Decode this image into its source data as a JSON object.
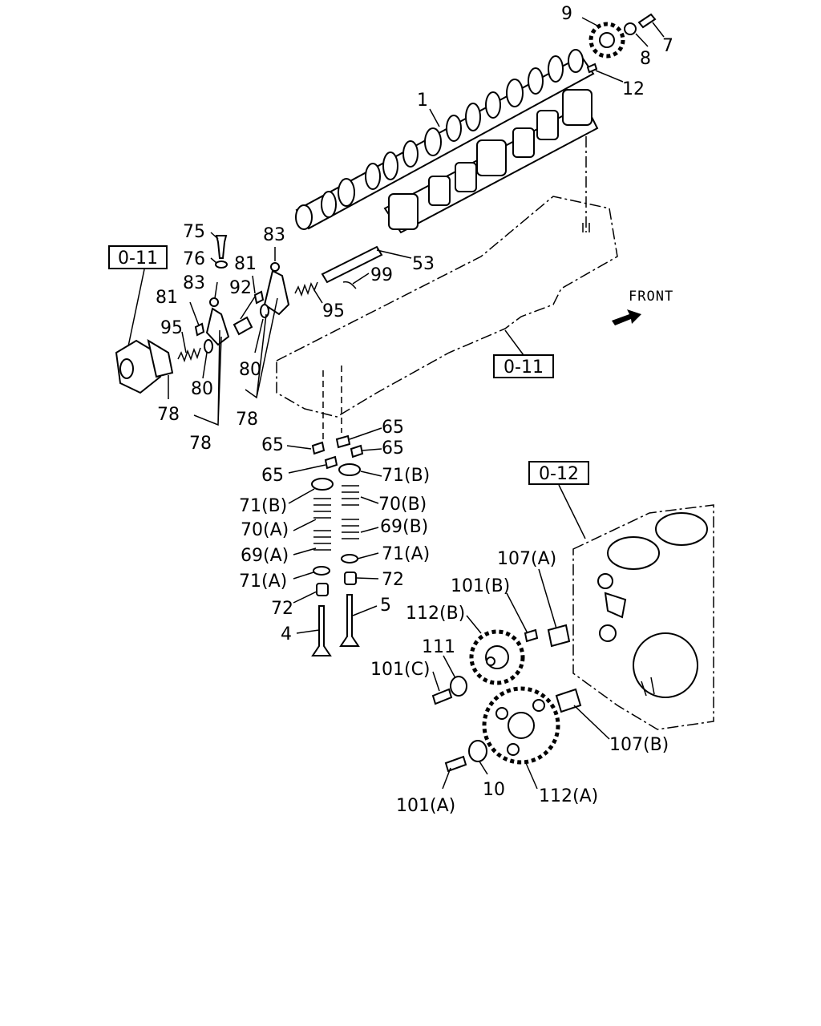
{
  "callouts": {
    "c1": "1",
    "c4": "4",
    "c5": "5",
    "c7": "7",
    "c8": "8",
    "c9": "9",
    "c10": "10",
    "c12": "12",
    "c53": "53",
    "c65a": "65",
    "c65b": "65",
    "c65c": "65",
    "c65d": "65",
    "c69a": "69(A)",
    "c69b": "69(B)",
    "c70a": "70(A)",
    "c70b": "70(B)",
    "c71a_left": "71(A)",
    "c71a_right": "71(A)",
    "c71b_left": "71(B)",
    "c71b_right": "71(B)",
    "c72a": "72",
    "c72b": "72",
    "c75": "75",
    "c76": "76",
    "c78a": "78",
    "c78b": "78",
    "c78c": "78",
    "c80a": "80",
    "c80b": "80",
    "c81a": "81",
    "c81b": "81",
    "c83a": "83",
    "c83b": "83",
    "c92": "92",
    "c95a": "95",
    "c95b": "95",
    "c99": "99",
    "c101a": "101(A)",
    "c101b": "101(B)",
    "c101c": "101(C)",
    "c107a": "107(A)",
    "c107b": "107(B)",
    "c111": "111",
    "c112a": "112(A)",
    "c112b": "112(B)"
  },
  "references": {
    "ref_left": "0-11",
    "ref_mid": "0-11",
    "ref_block": "0-12"
  },
  "orientation": {
    "front_label": "FRONT",
    "icon": "front-direction-arrow-icon"
  }
}
